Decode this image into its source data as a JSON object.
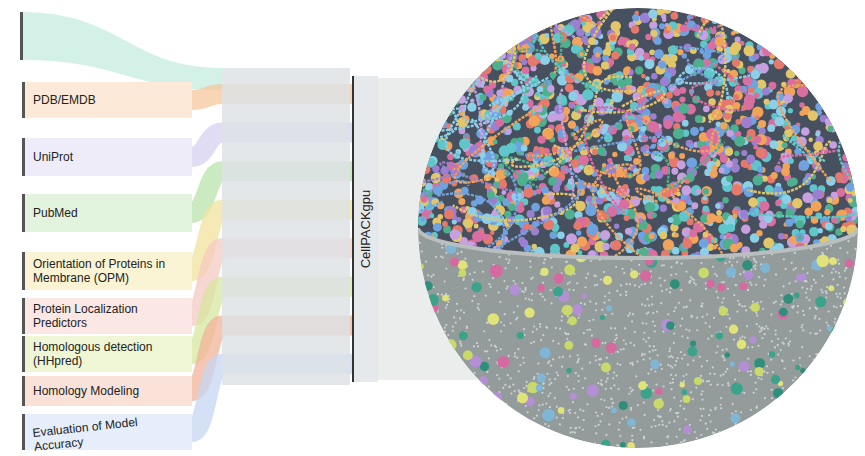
{
  "diagram": {
    "nodes": [
      {
        "text": [
          "PDB/EMDB"
        ]
      },
      {
        "text": [
          "UniProt"
        ]
      },
      {
        "text": [
          "PubMed"
        ]
      },
      {
        "text": [
          "Orientation of Proteins in Membrane (OPM)"
        ]
      },
      {
        "text": [
          "Protein Localization Predictors"
        ]
      },
      {
        "text": [
          "Homologous detection (HHpred)"
        ]
      },
      {
        "text": [
          "Homology Modeling"
        ]
      },
      {
        "text": [
          "Evaluation of Model Accuracy"
        ]
      },
      {
        "text": [
          "CellPACKgpu"
        ]
      }
    ],
    "edges": [
      {
        "from": 0,
        "to": 8,
        "arrow": "none"
      },
      {
        "from": 1,
        "to": 8,
        "arrow": "none"
      },
      {
        "from": 2,
        "to": 8,
        "arrow": "none"
      },
      {
        "from": 3,
        "to": 8,
        "arrow": "none"
      },
      {
        "from": 4,
        "to": 8,
        "arrow": "none"
      },
      {
        "from": 5,
        "to": 8,
        "arrow": "none"
      },
      {
        "from": 6,
        "to": 8,
        "arrow": "none"
      },
      {
        "from": 7,
        "to": 8,
        "arrow": "none"
      }
    ]
  }
}
